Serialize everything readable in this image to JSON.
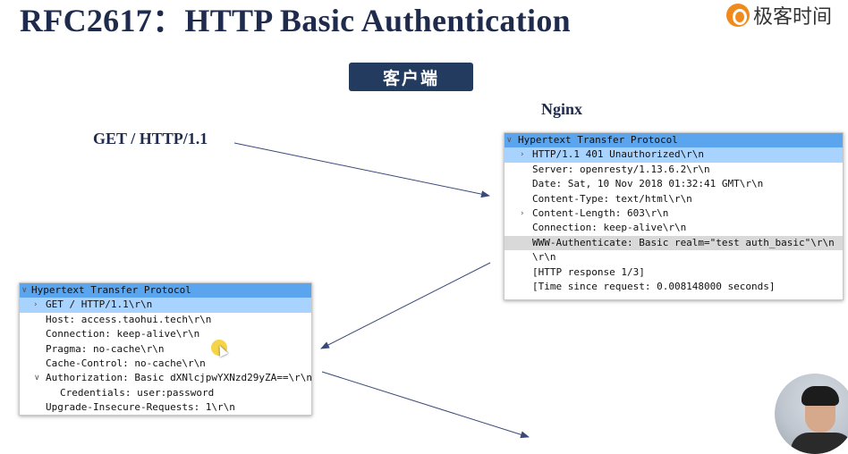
{
  "slide": {
    "title": "RFC2617：HTTP Basic Authentication",
    "logo_text": "极客时间",
    "client_badge": "客户端",
    "nginx_label": "Nginx",
    "request_line_label": "GET / HTTP/1.1"
  },
  "response_panel": {
    "rows": [
      {
        "twisty": "∨",
        "text": "Hypertext Transfer Protocol"
      },
      {
        "twisty": "›",
        "text": "HTTP/1.1 401 Unauthorized\\r\\n"
      },
      {
        "twisty": "",
        "text": "Server: openresty/1.13.6.2\\r\\n"
      },
      {
        "twisty": "",
        "text": "Date: Sat, 10 Nov 2018 01:32:41 GMT\\r\\n"
      },
      {
        "twisty": "",
        "text": "Content-Type: text/html\\r\\n"
      },
      {
        "twisty": "›",
        "text": "Content-Length: 603\\r\\n"
      },
      {
        "twisty": "",
        "text": "Connection: keep-alive\\r\\n"
      },
      {
        "twisty": "",
        "text": "WWW-Authenticate: Basic realm=\"test auth_basic\"\\r\\n"
      },
      {
        "twisty": "",
        "text": "\\r\\n"
      },
      {
        "twisty": "",
        "text": "[HTTP response 1/3]"
      },
      {
        "twisty": "",
        "text": "[Time since request: 0.008148000 seconds]"
      }
    ]
  },
  "request_panel": {
    "rows": [
      {
        "twisty": "∨",
        "text": "Hypertext Transfer Protocol"
      },
      {
        "twisty": "›",
        "text": "GET / HTTP/1.1\\r\\n"
      },
      {
        "twisty": "",
        "text": "Host: access.taohui.tech\\r\\n"
      },
      {
        "twisty": "",
        "text": "Connection: keep-alive\\r\\n"
      },
      {
        "twisty": "",
        "text": "Pragma: no-cache\\r\\n"
      },
      {
        "twisty": "",
        "text": "Cache-Control: no-cache\\r\\n"
      },
      {
        "twisty": "∨",
        "text": "Authorization: Basic dXNlcjpwYXNzd29yZA==\\r\\n"
      },
      {
        "twisty": "",
        "text": "Credentials: user:password"
      },
      {
        "twisty": "",
        "text": "Upgrade-Insecure-Requests: 1\\r\\n"
      }
    ]
  },
  "colors": {
    "title": "#1f2b4d",
    "badge_bg": "#243b60",
    "selected_row": "#a9d3ff",
    "selected_header": "#5aa5ee",
    "arrow": "#3a4a78",
    "logo_accent": "#f08a1c"
  }
}
